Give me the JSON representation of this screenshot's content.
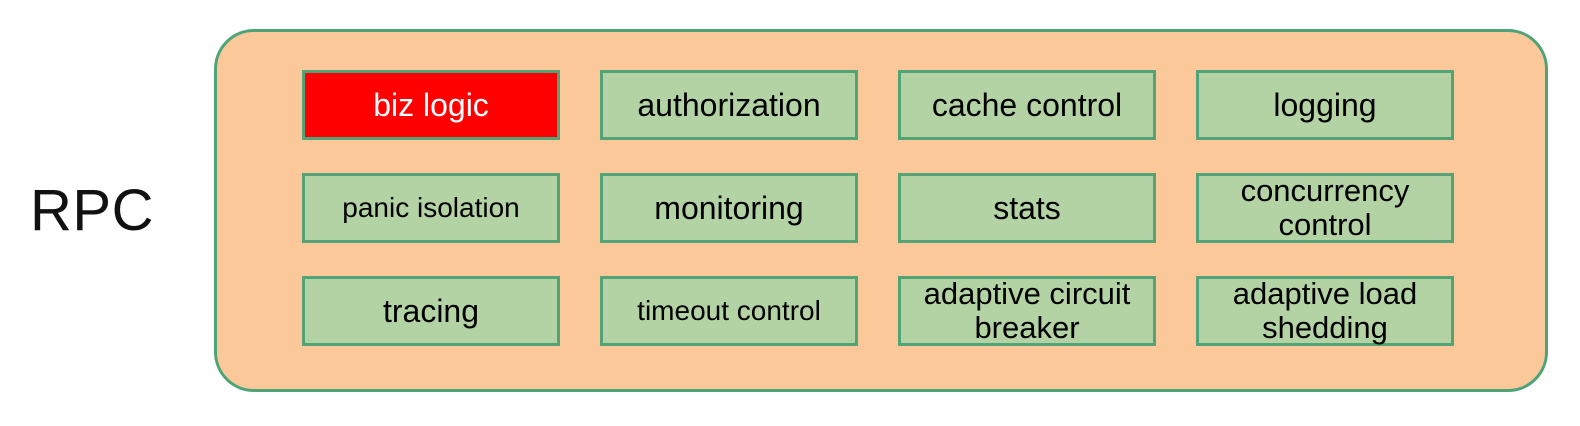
{
  "diagram": {
    "side_label": "RPC",
    "container_name": "rpc-middleware-container",
    "colors": {
      "container_fill": "#FBC999",
      "container_border": "#4EA478",
      "box_fill": "#B3D3A4",
      "box_border": "#53A376",
      "highlight_fill": "#FF0000",
      "highlight_text": "#FFFFFF",
      "text": "#000000",
      "page_background": "#FFFFFF"
    },
    "grid": {
      "columns": 4,
      "rows": 3,
      "boxes": [
        {
          "label": "biz logic",
          "highlighted": true,
          "lines": 1,
          "size": "normal"
        },
        {
          "label": "authorization",
          "highlighted": false,
          "lines": 1,
          "size": "normal"
        },
        {
          "label": "cache control",
          "highlighted": false,
          "lines": 1,
          "size": "normal"
        },
        {
          "label": "logging",
          "highlighted": false,
          "lines": 1,
          "size": "normal"
        },
        {
          "label": "panic isolation",
          "highlighted": false,
          "lines": 1,
          "size": "small"
        },
        {
          "label": "monitoring",
          "highlighted": false,
          "lines": 1,
          "size": "normal"
        },
        {
          "label": "stats",
          "highlighted": false,
          "lines": 1,
          "size": "normal"
        },
        {
          "label": "concurrency control",
          "highlighted": false,
          "lines": 2,
          "size": "normal"
        },
        {
          "label": "tracing",
          "highlighted": false,
          "lines": 1,
          "size": "normal"
        },
        {
          "label": "timeout control",
          "highlighted": false,
          "lines": 1,
          "size": "small"
        },
        {
          "label": "adaptive circuit breaker",
          "highlighted": false,
          "lines": 2,
          "size": "normal"
        },
        {
          "label": "adaptive load shedding",
          "highlighted": false,
          "lines": 2,
          "size": "normal"
        }
      ]
    }
  }
}
